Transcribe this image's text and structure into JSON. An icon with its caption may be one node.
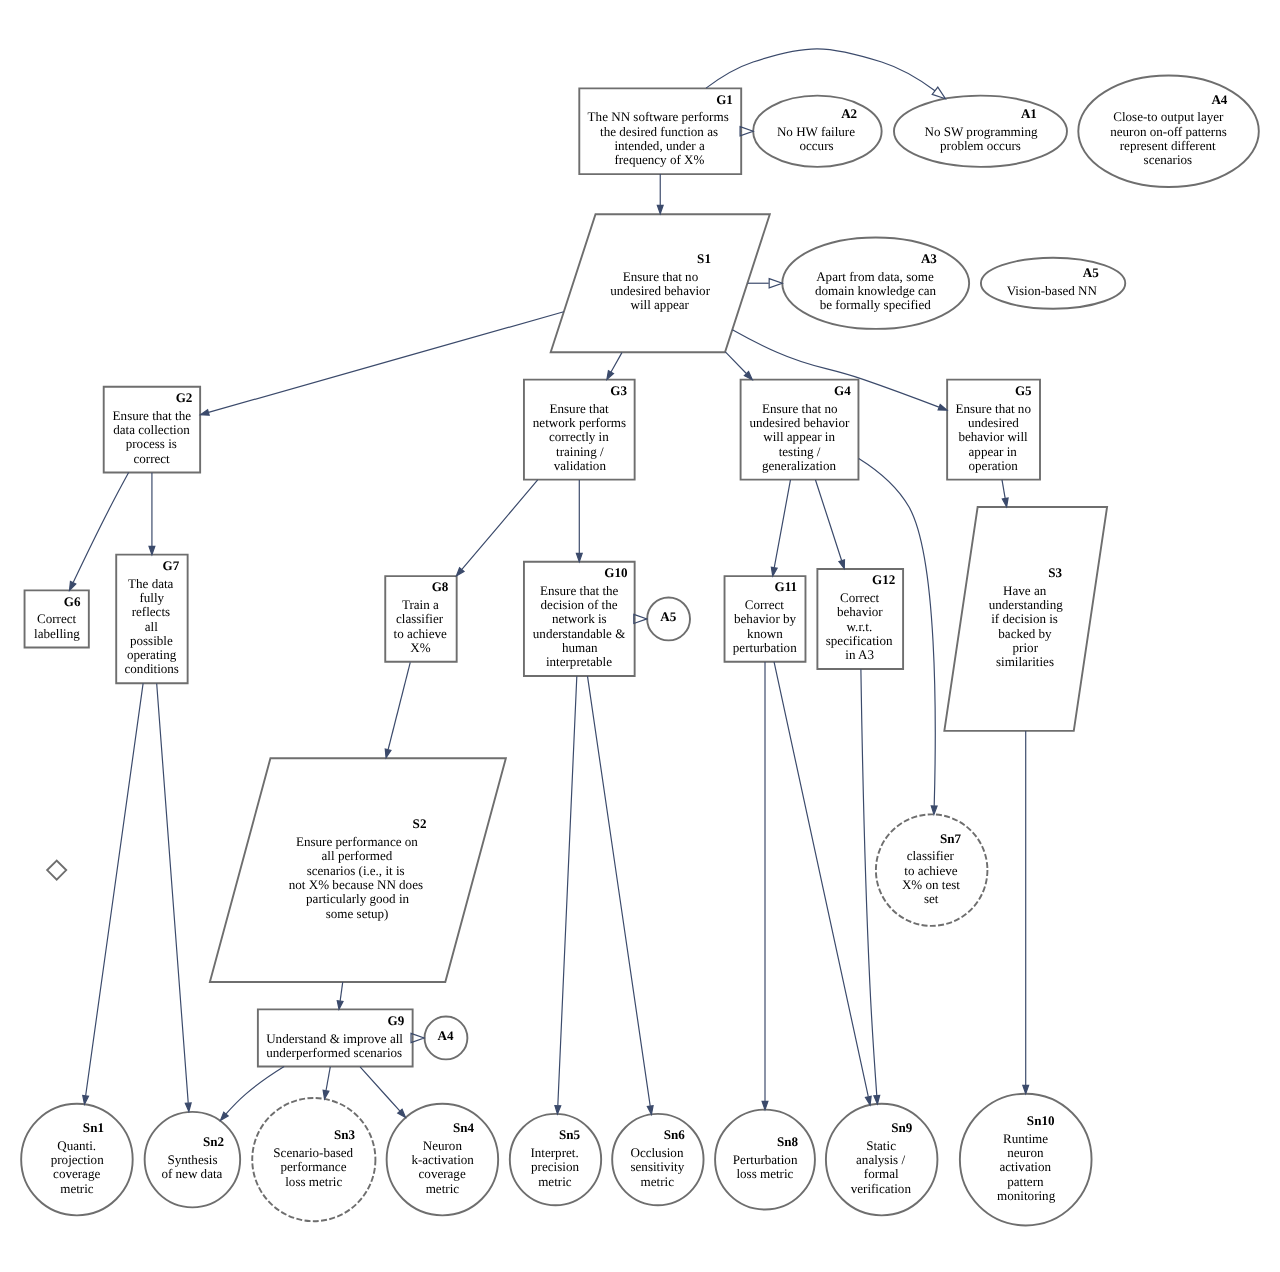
{
  "diagram": {
    "nodes": [
      {
        "text": [
          "G1",
          "The NN software performs the desired function as intended, under a frequency of X%"
        ]
      },
      {
        "text": [
          "A1",
          "No SW programming problem occurs"
        ]
      },
      {
        "text": [
          "A2",
          "No HW failure occurs"
        ]
      },
      {
        "text": [
          "A4",
          "Close-to output layer neuron on-off patterns represent different scenarios"
        ]
      },
      {
        "text": [
          "S1",
          "Ensure that no undesired behavior will appear"
        ]
      },
      {
        "text": [
          "A3",
          "Apart from data, some domain knowledge can be formally specified"
        ]
      },
      {
        "text": [
          "A5",
          "Vision-based NN"
        ]
      },
      {
        "text": [
          "G2",
          "Ensure that the data collection process is correct"
        ]
      },
      {
        "text": [
          "G3",
          "Ensure that network performs correctly in training / validation"
        ]
      },
      {
        "text": [
          "G4",
          "Ensure that no undesired behavior will appear in testing / generalization"
        ]
      },
      {
        "text": [
          "G5",
          "Ensure that no undesired behavior will appear in operation"
        ]
      },
      {
        "text": [
          "G6",
          "Correct labelling"
        ]
      },
      {
        "text": [
          "G7",
          "The data fully reflects all possible operating conditions"
        ]
      },
      {
        "text": [
          "G8",
          "Train a classifier to achieve X%"
        ]
      },
      {
        "text": [
          "G10",
          "Ensure that the decision of the network is understandable & human interpretable"
        ]
      },
      {
        "text": [
          "A5"
        ]
      },
      {
        "text": [
          "G11",
          "Correct behavior by known perturbation"
        ]
      },
      {
        "text": [
          "G12",
          "Correct behavior w.r.t. specification in A3"
        ]
      },
      {
        "text": [
          "S3",
          "Have an understanding if decision is backed by prior similarities"
        ]
      },
      {
        "text": [],
        "shape": "diamond"
      },
      {
        "text": [
          "Sn7",
          "classifier to achieve X% on test set"
        ]
      },
      {
        "text": [
          "S2",
          "Ensure performance on all performed scenarios (i.e., it is not X% because NN does particularly good in some setup)"
        ]
      },
      {
        "text": [
          "G9",
          "Understand & improve all underperformed scenarios"
        ]
      },
      {
        "text": [
          "A4"
        ]
      },
      {
        "text": [
          "Sn1",
          "Quanti. projection coverage metric"
        ]
      },
      {
        "text": [
          "Sn2",
          "Synthesis of new data"
        ]
      },
      {
        "text": [
          "Sn3",
          "Scenario-based performance loss metric"
        ]
      },
      {
        "text": [
          "Sn4",
          "Neuron k-activation coverage metric"
        ]
      },
      {
        "text": [
          "Sn5",
          "Interpret. precision metric"
        ]
      },
      {
        "text": [
          "Sn6",
          "Occlusion sensitivity metric"
        ]
      },
      {
        "text": [
          "Sn8",
          "Perturbation loss metric"
        ]
      },
      {
        "text": [
          "Sn9",
          "Static analysis / formal verification"
        ]
      },
      {
        "text": [
          "Sn10",
          "Runtime neuron activation pattern monitoring"
        ]
      }
    ],
    "edges": [
      {
        "from": 0,
        "to": 1,
        "arrow": "to"
      },
      {
        "from": 0,
        "to": 2,
        "arrow": "to"
      },
      {
        "from": 0,
        "to": 4,
        "arrow": "to"
      },
      {
        "from": 4,
        "to": 5,
        "arrow": "to"
      },
      {
        "from": 4,
        "to": 7,
        "arrow": "to"
      },
      {
        "from": 4,
        "to": 8,
        "arrow": "to"
      },
      {
        "from": 4,
        "to": 9,
        "arrow": "to"
      },
      {
        "from": 4,
        "to": 10,
        "arrow": "to"
      },
      {
        "from": 7,
        "to": 11,
        "arrow": "to"
      },
      {
        "from": 7,
        "to": 12,
        "arrow": "to"
      },
      {
        "from": 8,
        "to": 13,
        "arrow": "to"
      },
      {
        "from": 8,
        "to": 14,
        "arrow": "to"
      },
      {
        "from": 14,
        "to": 15,
        "arrow": "to"
      },
      {
        "from": 9,
        "to": 20,
        "arrow": "to"
      },
      {
        "from": 9,
        "to": 16,
        "arrow": "to"
      },
      {
        "from": 9,
        "to": 17,
        "arrow": "to"
      },
      {
        "from": 10,
        "to": 18,
        "arrow": "to"
      },
      {
        "from": 13,
        "to": 21,
        "arrow": "to"
      },
      {
        "from": 21,
        "to": 22,
        "arrow": "to"
      },
      {
        "from": 22,
        "to": 23,
        "arrow": "to"
      },
      {
        "from": 12,
        "to": 24,
        "arrow": "to"
      },
      {
        "from": 12,
        "to": 25,
        "arrow": "to"
      },
      {
        "from": 22,
        "to": 25,
        "arrow": "to"
      },
      {
        "from": 22,
        "to": 26,
        "arrow": "to"
      },
      {
        "from": 22,
        "to": 27,
        "arrow": "to"
      },
      {
        "from": 14,
        "to": 28,
        "arrow": "to"
      },
      {
        "from": 14,
        "to": 29,
        "arrow": "to"
      },
      {
        "from": 16,
        "to": 30,
        "arrow": "to"
      },
      {
        "from": 16,
        "to": 31,
        "arrow": "to"
      },
      {
        "from": 17,
        "to": 31,
        "arrow": "to"
      },
      {
        "from": 18,
        "to": 32,
        "arrow": "to"
      }
    ]
  }
}
